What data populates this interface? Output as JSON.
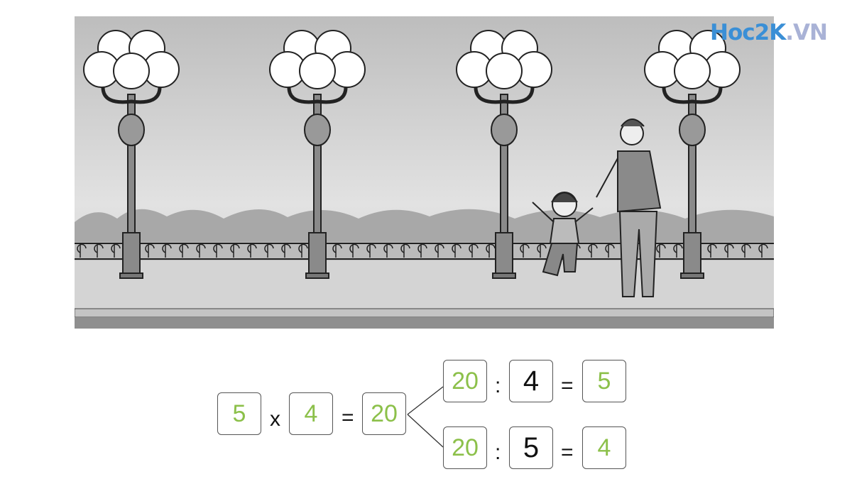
{
  "logo": {
    "part1": "Hoc2K",
    "part2": ".VN"
  },
  "equation": {
    "multiply": {
      "a": "5",
      "op": "x",
      "b": "4",
      "eq": "=",
      "result": "20"
    },
    "division_1": {
      "dividend": "20",
      "op": ":",
      "divisor": "4",
      "eq": "=",
      "quotient": "5"
    },
    "division_2": {
      "dividend": "20",
      "op": ":",
      "divisor": "5",
      "eq": "=",
      "quotient": "4"
    }
  },
  "colors": {
    "answer": "#8cc04a",
    "given": "#111111"
  }
}
